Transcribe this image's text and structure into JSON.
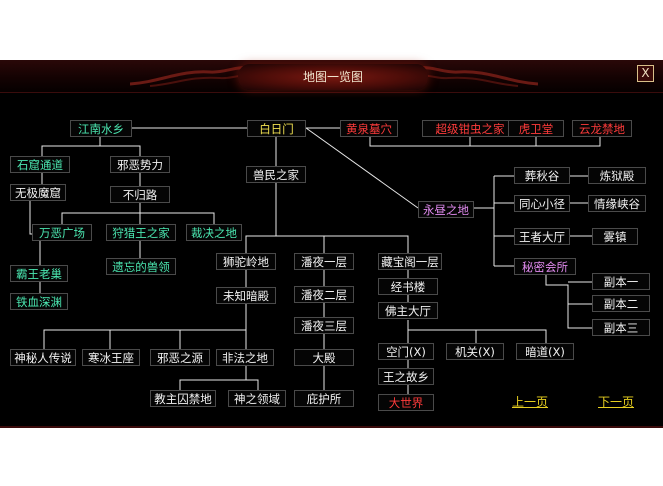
{
  "window": {
    "title": "地图一览图",
    "close_label": "X"
  },
  "links": {
    "prev": "上一页",
    "next": "下一页"
  },
  "colors": {
    "white": "#f2f2f2",
    "green": "#4be6b0",
    "red": "#ff3b3b",
    "yellow": "#f0e050",
    "purple": "#e08aee",
    "line": "#e8e8e8"
  },
  "nodes": [
    {
      "id": "jiangnan",
      "label": "江南水乡",
      "color": "green"
    },
    {
      "id": "baiyimen",
      "label": "白日门",
      "color": "yellow"
    },
    {
      "id": "huangquan",
      "label": "黄泉墓穴",
      "color": "red"
    },
    {
      "id": "chaoji",
      "label": "超级钳虫之家",
      "color": "red"
    },
    {
      "id": "huweitang",
      "label": "虎卫堂",
      "color": "red"
    },
    {
      "id": "yunlong",
      "label": "云龙禁地",
      "color": "red"
    },
    {
      "id": "shiku",
      "label": "石窟通道",
      "color": "green"
    },
    {
      "id": "xiee",
      "label": "邪恶势力",
      "color": "white"
    },
    {
      "id": "shoumin",
      "label": "兽民之家",
      "color": "white"
    },
    {
      "id": "wuji",
      "label": "无极魔窟",
      "color": "white"
    },
    {
      "id": "buguilu",
      "label": "不归路",
      "color": "white"
    },
    {
      "id": "bizhou",
      "label": "葬秋谷",
      "color": "white"
    },
    {
      "id": "lianyu",
      "label": "炼狱殿",
      "color": "white"
    },
    {
      "id": "yongzhou",
      "label": "永昼之地",
      "color": "purple"
    },
    {
      "id": "tongxin",
      "label": "同心小径",
      "color": "white"
    },
    {
      "id": "qingyuan",
      "label": "情缘峡谷",
      "color": "white"
    },
    {
      "id": "wanxie",
      "label": "万恶广场",
      "color": "green"
    },
    {
      "id": "shoulie",
      "label": "狩猎王之家",
      "color": "green"
    },
    {
      "id": "caijue",
      "label": "裁决之地",
      "color": "green"
    },
    {
      "id": "wangzhe",
      "label": "王者大厅",
      "color": "white"
    },
    {
      "id": "wuzhen",
      "label": "雾镇",
      "color": "white"
    },
    {
      "id": "shituo",
      "label": "狮驼岭地",
      "color": "white"
    },
    {
      "id": "panye1",
      "label": "潘夜一层",
      "color": "white"
    },
    {
      "id": "cangbao",
      "label": "藏宝阁一层",
      "color": "white"
    },
    {
      "id": "yiwang",
      "label": "遗忘的兽领",
      "color": "green"
    },
    {
      "id": "mimi",
      "label": "秘密会所",
      "color": "purple"
    },
    {
      "id": "bawang",
      "label": "霸王老巢",
      "color": "green"
    },
    {
      "id": "weizhi",
      "label": "未知暗殿",
      "color": "white"
    },
    {
      "id": "panye2",
      "label": "潘夜二层",
      "color": "white"
    },
    {
      "id": "jingshu",
      "label": "经书楼",
      "color": "white"
    },
    {
      "id": "fuben1",
      "label": "副本一",
      "color": "white"
    },
    {
      "id": "tiexue",
      "label": "铁血深渊",
      "color": "green"
    },
    {
      "id": "fuben2",
      "label": "副本二",
      "color": "white"
    },
    {
      "id": "fozhu",
      "label": "佛主大厅",
      "color": "white"
    },
    {
      "id": "panye3",
      "label": "潘夜三层",
      "color": "white"
    },
    {
      "id": "fuben3",
      "label": "副本三",
      "color": "white"
    },
    {
      "id": "kongmen",
      "label": "空门(X)",
      "color": "white"
    },
    {
      "id": "jiguan",
      "label": "机关(X)",
      "color": "white"
    },
    {
      "id": "andao",
      "label": "暗道(X)",
      "color": "white"
    },
    {
      "id": "shenmi",
      "label": "神秘人传说",
      "color": "white"
    },
    {
      "id": "hanbing",
      "label": "寒冰王座",
      "color": "white"
    },
    {
      "id": "xieezhiyuan",
      "label": "邪恶之源",
      "color": "white"
    },
    {
      "id": "feifa",
      "label": "非法之地",
      "color": "white"
    },
    {
      "id": "dadian",
      "label": "大殿",
      "color": "white"
    },
    {
      "id": "wangzhigu",
      "label": "王之故乡",
      "color": "white"
    },
    {
      "id": "jiaozhu",
      "label": "教主囚禁地",
      "color": "white"
    },
    {
      "id": "shenzhi",
      "label": "神之领域",
      "color": "white"
    },
    {
      "id": "bihu",
      "label": "庇护所",
      "color": "white"
    },
    {
      "id": "dashijie",
      "label": "大世界",
      "color": "red"
    }
  ]
}
